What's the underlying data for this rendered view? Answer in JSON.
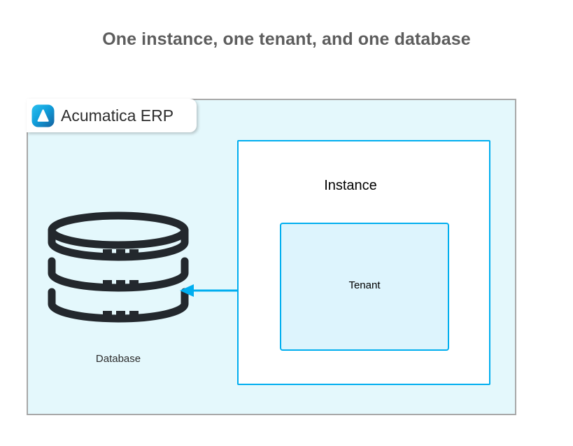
{
  "page": {
    "title": "One instance, one tenant, and one database",
    "background_color": "#ffffff",
    "title_color": "#5d5d5d"
  },
  "diagram": {
    "container": {
      "background_color": "#e4f8fc",
      "border_color": "#a8a8a8"
    },
    "product_badge": {
      "name": "Acumatica ERP",
      "icon": "acumatica-logo-icon",
      "background_color": "#ffffff",
      "logo_colors": {
        "light": "#19b5e8",
        "mid": "#0e8fd4",
        "dark": "#1463a8",
        "glyph": "#ffffff"
      }
    },
    "instance": {
      "label": "Instance",
      "fill_color": "#ffffff",
      "border_color": "#00aeef"
    },
    "tenant": {
      "label": "Tenant",
      "fill_color": "#ddf4fd",
      "border_color": "#00aeef"
    },
    "database": {
      "label": "Database",
      "icon": "database-cylinder-icon",
      "stroke_color": "#23282d",
      "tiers": 3,
      "dots_per_tier": 3
    },
    "connector": {
      "icon": "double-headed-arrow-icon",
      "color": "#00aeef",
      "direction": "bidirectional",
      "from": "Database",
      "to": "Tenant"
    }
  }
}
